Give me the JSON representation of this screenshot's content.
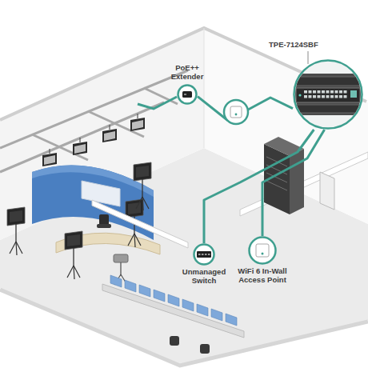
{
  "diagram": {
    "nodes": [
      {
        "text": [
          "PoE++ Extender"
        ]
      },
      {
        "text": [
          "TPE-7124SBF"
        ]
      },
      {
        "text": [
          "Unmanaged Switch"
        ]
      },
      {
        "text": [
          "WiFi 6 In-Wall Access Point"
        ]
      }
    ],
    "edges": [
      {
        "from": 1,
        "to": 0,
        "arrow": "none"
      },
      {
        "from": 1,
        "to": 2,
        "arrow": "none"
      },
      {
        "from": 1,
        "to": 3,
        "arrow": "none"
      }
    ]
  }
}
